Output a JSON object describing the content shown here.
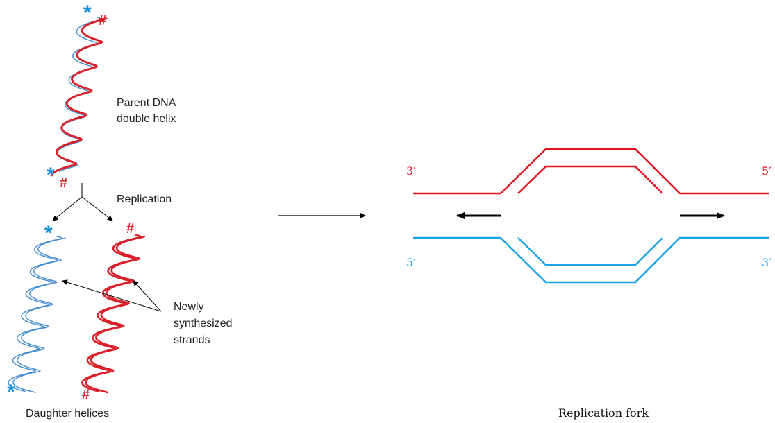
{
  "left_panel": {
    "parent_label": [
      "Parent DNA",
      "double helix"
    ],
    "replication_label": "Replication",
    "newly_label": [
      "Newly",
      "synthesized",
      "strands"
    ],
    "daughter_label": "Daughter helices",
    "marker_star": "*",
    "marker_hash": "#"
  },
  "right_panel": {
    "fork_label": "Replication fork",
    "top_left_end": "3′",
    "top_right_end": "5′",
    "bottom_left_end": "5′",
    "bottom_right_end": "3′"
  },
  "colors": {
    "red_strand": "#e0141e",
    "blue_strand": "#1aa3e8",
    "helix_red": "#d8212a",
    "helix_blue": "#4a8fcf",
    "marker_blue": "#1b8fd6",
    "marker_red": "#d8212a",
    "arrow": "#000000"
  }
}
